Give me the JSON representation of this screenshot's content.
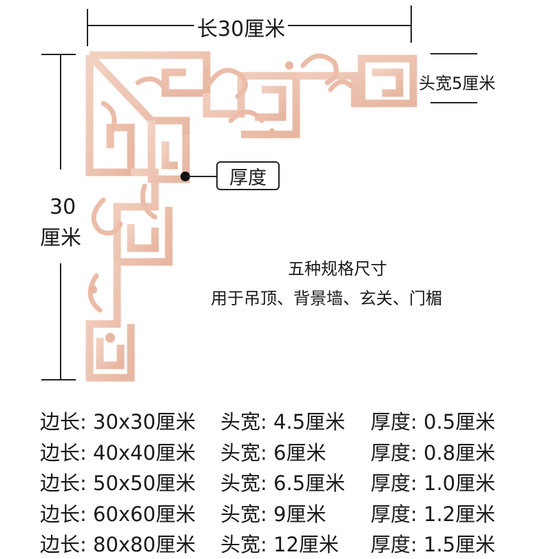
{
  "dimensions": {
    "length_label": "长30厘米",
    "side_label_number": "30",
    "side_label_unit": "厘米",
    "head_width_label": "头宽5厘米",
    "thickness_label": "厚度"
  },
  "description": {
    "title": "五种规格尺寸",
    "usage": "用于吊顶、背景墙、玄关、门楣"
  },
  "specs": [
    {
      "side": "边长: 30x30厘米",
      "head": "头宽: 4.5厘米",
      "thickness": "厚度: 0.5厘米"
    },
    {
      "side": "边长: 40x40厘米",
      "head": "头宽: 6厘米",
      "thickness": "厚度: 0.8厘米"
    },
    {
      "side": "边长: 50x50厘米",
      "head": "头宽: 6.5厘米",
      "thickness": "厚度: 1.0厘米"
    },
    {
      "side": "边长: 60x60厘米",
      "head": "头宽: 9厘米",
      "thickness": "厚度: 1.2厘米"
    },
    {
      "side": "边长: 80x80厘米",
      "head": "头宽: 12厘米",
      "thickness": "厚度: 1.5厘米"
    }
  ],
  "colors": {
    "wood": "#efc6b4",
    "wood_shadow": "#d9a994",
    "wood_dark": "#c88f78"
  }
}
